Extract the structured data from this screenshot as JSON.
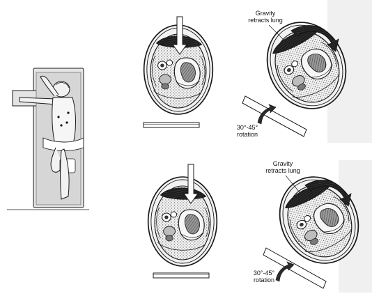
{
  "labels": {
    "top_gravity": [
      "Gravity",
      "retracts lung"
    ],
    "top_rotation": [
      "30°-45°",
      "rotation"
    ],
    "bottom_gravity": [
      "Gravity",
      "retracts lung"
    ],
    "bottom_rotation": [
      "30°-45°",
      "rotation"
    ]
  },
  "colors": {
    "ink": "#1a1a1a",
    "dark_fill": "#2b2b2b",
    "mid_fill": "#8a8a8a",
    "light_fill": "#d8d8d8",
    "patient_shade": "#d0d0d0",
    "scan_edge": "#e9e9e9"
  }
}
